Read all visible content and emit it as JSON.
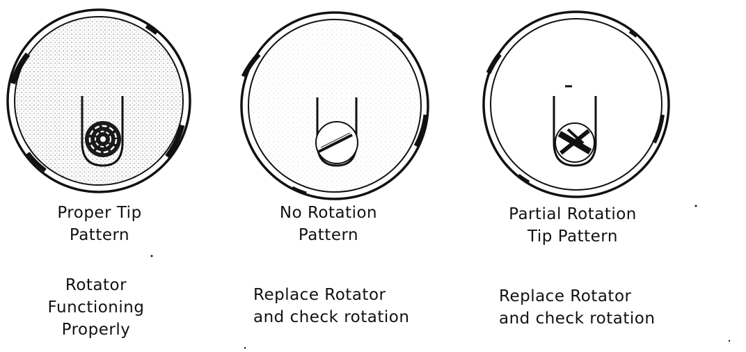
{
  "panels": [
    {
      "id": "proper",
      "name_lines": [
        "Proper Tip",
        "Pattern"
      ],
      "action_lines": [
        "Rotator",
        "Functioning",
        "Properly"
      ]
    },
    {
      "id": "none",
      "name_lines": [
        "No Rotation",
        "Pattern"
      ],
      "action_lines": [
        "Replace Rotator",
        "and check rotation"
      ]
    },
    {
      "id": "partial",
      "name_lines": [
        "Partial Rotation",
        "Tip Pattern"
      ],
      "action_lines": [
        "Replace Rotator",
        "and check rotation"
      ]
    }
  ],
  "colors": {
    "ink": "#111111",
    "stipple": "#bdbdbd",
    "paper": "#ffffff"
  },
  "icons": [
    "valve-tip-proper-icon",
    "valve-tip-no-rotation-icon",
    "valve-tip-partial-rotation-icon"
  ]
}
